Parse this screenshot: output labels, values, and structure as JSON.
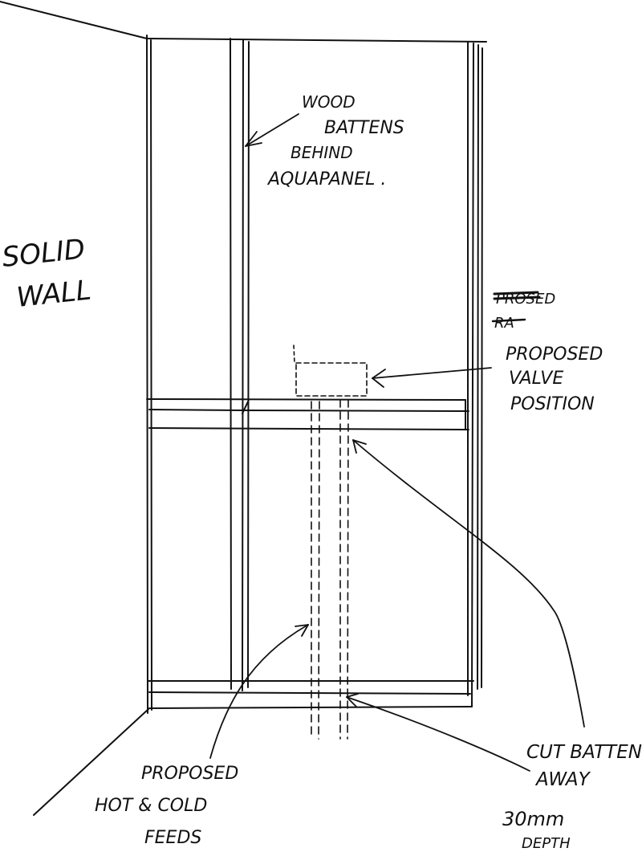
{
  "labels": {
    "solid_wall": [
      "SOLID",
      "WALL"
    ],
    "battens": [
      "WOOD",
      "BATTENS",
      "BEHIND",
      "AQUAPANEL ."
    ],
    "crossed_out": [
      "PROSED",
      "RA"
    ],
    "valve": [
      "PROPOSED",
      "VALVE",
      "POSITION"
    ],
    "feeds": [
      "PROPOSED",
      "HOT & COLD",
      "FEEDS"
    ],
    "cut": [
      "CUT BATTEN",
      "AWAY"
    ],
    "depth": [
      "30mm",
      "DEPTH"
    ]
  }
}
